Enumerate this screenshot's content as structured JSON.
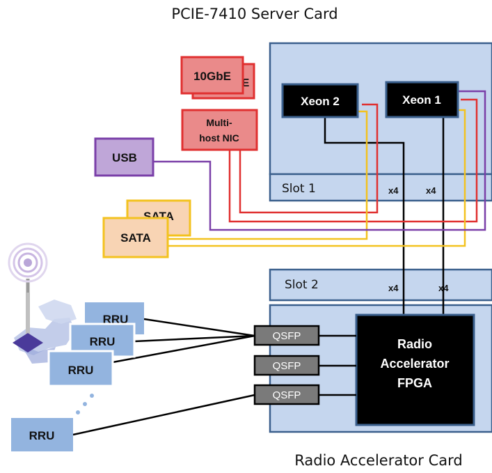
{
  "server_card": {
    "title": "PCIE-7410 Server Card",
    "cpu1": "Xeon 1",
    "cpu2": "Xeon 2",
    "slot1": "Slot 1",
    "nic_10gbe": "10GbE",
    "nic_10gbe_back": "E",
    "nic_multihost_line1": "Multi-",
    "nic_multihost_line2": "host NIC",
    "usb": "USB",
    "sata_back": "SATA",
    "sata": "SATA",
    "lanes_a": "x4",
    "lanes_b": "x4"
  },
  "accelerator_card": {
    "title": "Radio Accelerator Card",
    "slot2": "Slot  2",
    "lanes_a": "x4",
    "lanes_b": "x4",
    "fpga_line1": "Radio",
    "fpga_line2": "Accelerator",
    "fpga_line3": "FPGA",
    "qsfp": [
      "QSFP",
      "QSFP",
      "QSFP"
    ]
  },
  "rru": {
    "labels": [
      "RRU",
      "RRU",
      "RRU",
      "RRU"
    ]
  },
  "colors": {
    "card_fill": "#c5d6ee",
    "card_stroke": "#3a5f8c",
    "nic_red": "#e03030",
    "nic_fill": "#ea8a8a",
    "usb_purple": "#7a3fa8",
    "usb_fill": "#bfa6d8",
    "sata_yellow": "#f3c21f",
    "sata_fill": "#f8d4b4",
    "rru_fill": "#93b4df",
    "qsfp_fill": "#7a7a7a"
  }
}
